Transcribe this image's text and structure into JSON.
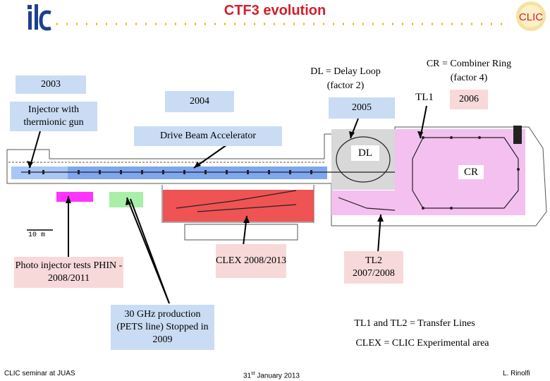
{
  "slide": {
    "title": "CTF3 evolution",
    "footer_left": "CLIC seminar at JUAS",
    "footer_center_day": "31",
    "footer_center_sup": "st",
    "footer_center_rest": " January 2013",
    "footer_right": "L. Rinolfi"
  },
  "labels": {
    "year_2003": "2003",
    "injector": "Injector with thermionic gun",
    "year_2004": "2004",
    "drive_beam": "Drive Beam Accelerator",
    "year_2005": "2005",
    "dl_def": "DL = Delay Loop (factor 2)",
    "cr_def": "CR = Combiner Ring (factor 4)",
    "tl1": "TL1",
    "year_2006": "2006",
    "dl": "DL",
    "cr": "CR",
    "scale": "10 m",
    "photo_injector": "Photo injector tests PHIN - 2008/2011",
    "clex": "CLEX 2008/2013",
    "tl2": "TL2 2007/2008",
    "ghz30": "30 GHz production (PETS line) Stopped in 2009",
    "tl_def": "TL1 and TL2 = Transfer Lines",
    "clex_def": "CLEX = CLIC Experimental area"
  },
  "colors": {
    "title": "#d21f2b",
    "blue_box": "#c9dcf3",
    "pink_box": "#f7d9d9",
    "linac_blue": "#7fa7f0",
    "clex_red": "#ef5353",
    "ring_pink": "#f4c0f0",
    "dl_gray": "#d8d8d8",
    "magenta": "#ff33ff",
    "green": "#a8f0a8"
  }
}
